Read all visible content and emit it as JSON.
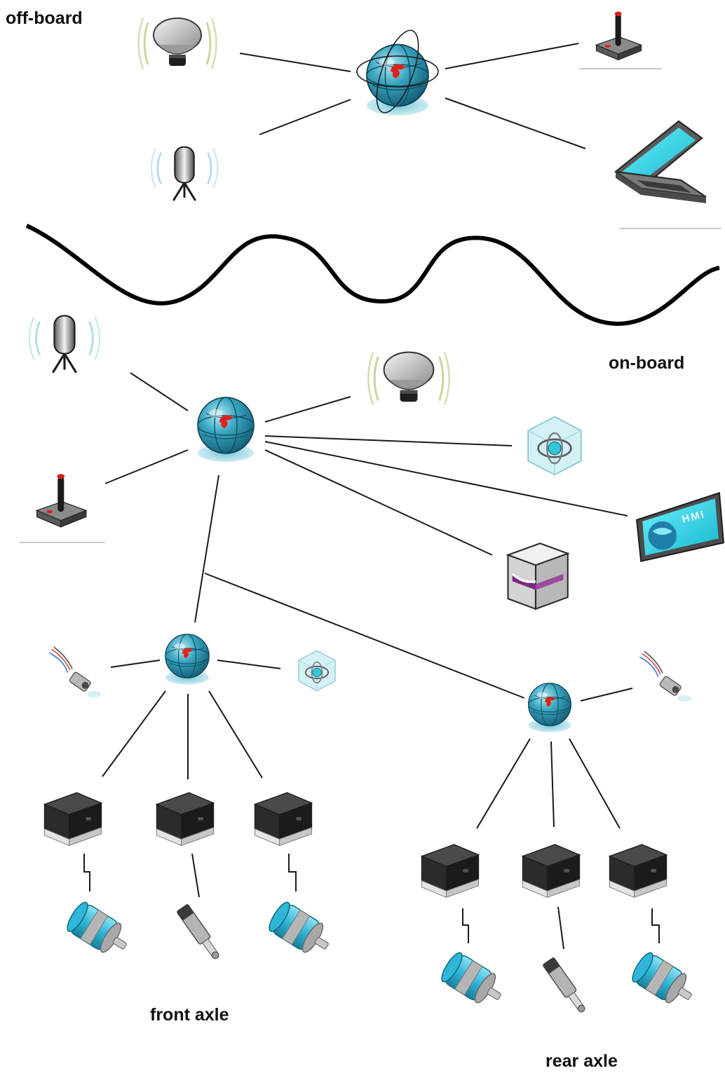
{
  "labels": {
    "off_board": "off-board",
    "on_board": "on-board",
    "front_axle": "front axle",
    "rear_axle": "rear axle",
    "hmi": "HMI"
  },
  "nodes": {
    "off_board": [
      "radar-icon",
      "hub-globe-icon",
      "joystick-icon",
      "lidar-icon",
      "laptop-icon"
    ],
    "on_board": [
      "lidar-icon",
      "hub-globe-icon",
      "radar-icon",
      "imu-icon",
      "joystick-icon",
      "hmi-display-icon",
      "storage-module-icon"
    ],
    "front_axle": [
      "sensor-probe-icon",
      "hub-globe-icon",
      "imu-icon",
      "motor-controller-icon",
      "motor-controller-icon",
      "motor-controller-icon",
      "electric-motor-icon",
      "linear-actuator-icon",
      "electric-motor-icon"
    ],
    "rear_axle": [
      "hub-globe-icon",
      "sensor-probe-icon",
      "motor-controller-icon",
      "motor-controller-icon",
      "motor-controller-icon",
      "electric-motor-icon",
      "linear-actuator-icon",
      "electric-motor-icon"
    ]
  },
  "colors": {
    "hub": "#2a8ea6",
    "hub_highlight": "#7fd3e6",
    "hub_logo": "#e0231a",
    "motor": "#2fb6d8",
    "screen": "#24e0f0",
    "controller": "#2b2b2b",
    "boundary": "#000000"
  }
}
